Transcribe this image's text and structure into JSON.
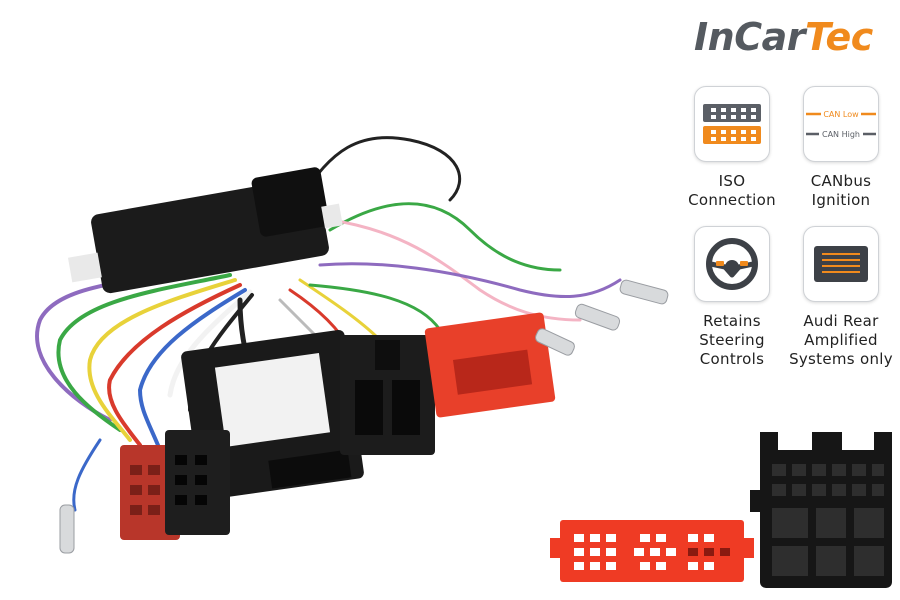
{
  "brand": {
    "part1": "InCar",
    "part2": "Tec"
  },
  "colors": {
    "brand_grey": "#555a60",
    "brand_orange": "#f08a1d",
    "connector_red": "#ef3b24",
    "connector_black": "#1a1a1a"
  },
  "features": [
    {
      "icon": "iso-connector-icon",
      "lines": [
        "ISO",
        "Connection"
      ]
    },
    {
      "icon": "canbus-icon",
      "lines": [
        "CANbus",
        "Ignition"
      ],
      "icon_text": {
        "can_low": "CAN Low",
        "can_high": "CAN High"
      }
    },
    {
      "icon": "steering-wheel-icon",
      "lines": [
        "Retains",
        "Steering",
        "Controls"
      ]
    },
    {
      "icon": "amplifier-icon",
      "lines": [
        "Audi Rear",
        "Amplified",
        "Systems only"
      ]
    }
  ]
}
